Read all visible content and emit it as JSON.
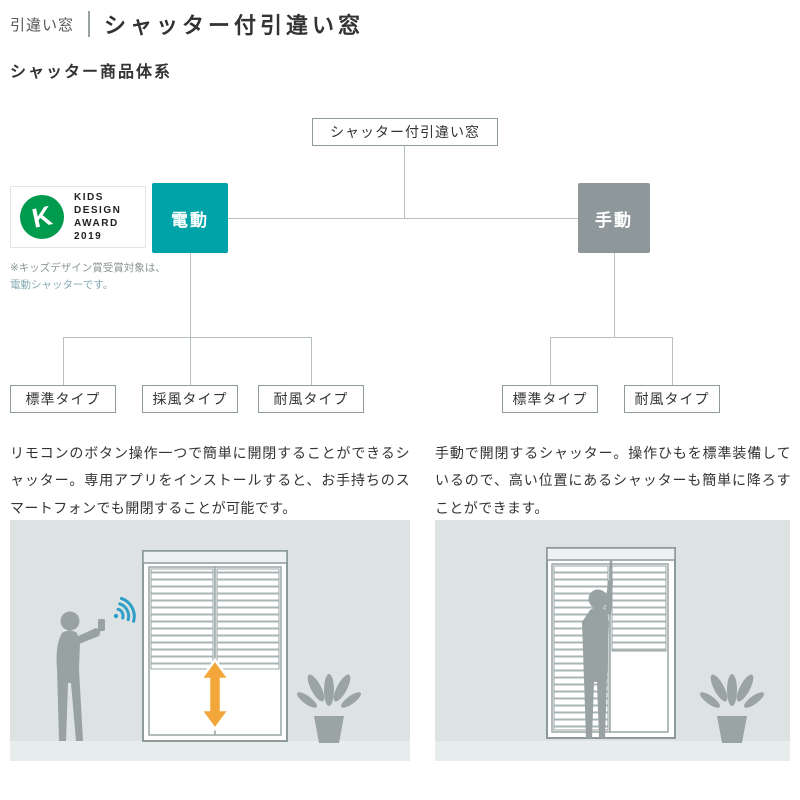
{
  "page": {
    "breadcrumb": "引違い窓",
    "title": "シャッター付引違い窓",
    "section_title": "シャッター商品体系"
  },
  "diagram": {
    "root": "シャッター付引違い窓",
    "electric": {
      "label": "電動",
      "children": [
        "標準タイプ",
        "採風タイプ",
        "耐風タイプ"
      ]
    },
    "manual": {
      "label": "手動",
      "children": [
        "標準タイプ",
        "耐風タイプ"
      ]
    }
  },
  "award": {
    "logo_letter": "K",
    "line1": "KIDS",
    "line2": "DESIGN",
    "line3": "AWARD",
    "line4": "2019",
    "note_line1": "※キッズデザイン賞受賞対象は、",
    "note_line2": "電動シャッターです。"
  },
  "descriptions": {
    "electric": "リモコンのボタン操作一つで簡単に開閉することができるシャッター。専用アプリをインストールすると、お手持ちのスマートフォンでも開閉することが可能です。",
    "manual": "手動で開閉するシャッター。操作ひもを標準装備しているので、高い位置にあるシャッターも簡単に降ろすことができます。"
  },
  "icons": {
    "wifi": "wifi-icon",
    "updown_arrow": "updown-arrow-icon",
    "award_logo": "kids-design-award-logo-icon"
  },
  "colors": {
    "accent_teal": "#00a3a8",
    "node_gray": "#8e979a",
    "arrow_orange": "#f3a73a",
    "wifi_blue": "#2f9fc9",
    "panel_bg": "#dce3e2",
    "award_green": "#009b4c",
    "connector_gray": "#b7bfbf"
  }
}
